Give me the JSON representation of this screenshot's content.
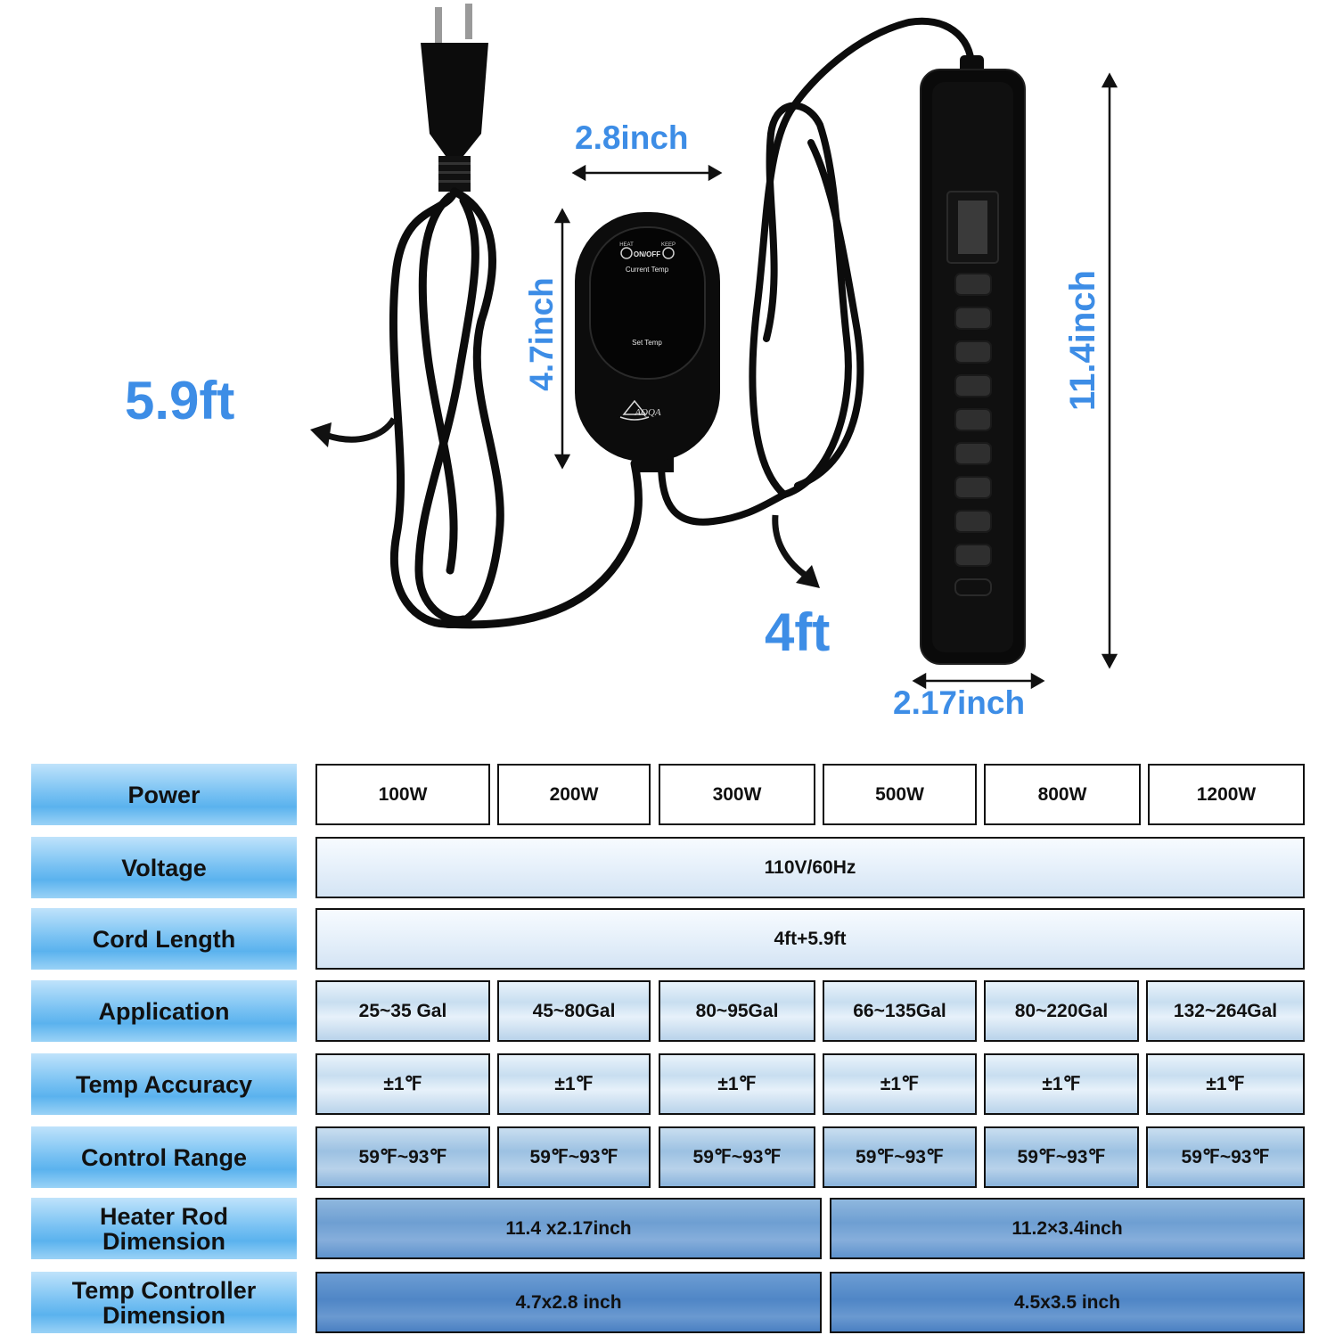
{
  "product": {
    "cord_plug_length": "5.9ft",
    "cord_heater_length": "4ft",
    "controller_width": "2.8inch",
    "controller_height": "4.7inch",
    "heater_length": "11.4inch",
    "heater_width": "2.17inch",
    "controller_labels": {
      "heat": "HEAT",
      "onoff": "ON/OFF",
      "keep": "KEEP",
      "current_temp": "Current Temp",
      "set_temp": "Set Temp",
      "brand": "AQQA"
    }
  },
  "specs": {
    "labels": {
      "power": "Power",
      "voltage": "Voltage",
      "cord_length": "Cord Length",
      "application": "Application",
      "temp_accuracy": "Temp Accuracy",
      "control_range": "Control Range",
      "heater_rod_line1": "Heater Rod",
      "heater_rod_line2": "Dimension",
      "temp_ctrl_line1": "Temp Controller",
      "temp_ctrl_line2": "Dimension"
    },
    "power": [
      "100W",
      "200W",
      "300W",
      "500W",
      "800W",
      "1200W"
    ],
    "voltage": "110V/60Hz",
    "cord_length": "4ft+5.9ft",
    "application": [
      "25~35 Gal",
      "45~80Gal",
      "80~95Gal",
      "66~135Gal",
      "80~220Gal",
      "132~264Gal"
    ],
    "temp_accuracy": [
      "±1℉",
      "±1℉",
      "±1℉",
      "±1℉",
      "±1℉",
      "±1℉"
    ],
    "control_range": [
      "59℉~93℉",
      "59℉~93℉",
      "59℉~93℉",
      "59℉~93℉",
      "59℉~93℉",
      "59℉~93℉"
    ],
    "heater_rod_dimension": [
      "11.4 x2.17inch",
      "11.2×3.4inch"
    ],
    "temp_controller_dimension": [
      "4.7x2.8 inch",
      "4.5x3.5 inch"
    ]
  },
  "colors": {
    "dimension_text": "#3d8de6",
    "label_blue": "#5ab2ee",
    "product_black": "#0c0c0c"
  }
}
